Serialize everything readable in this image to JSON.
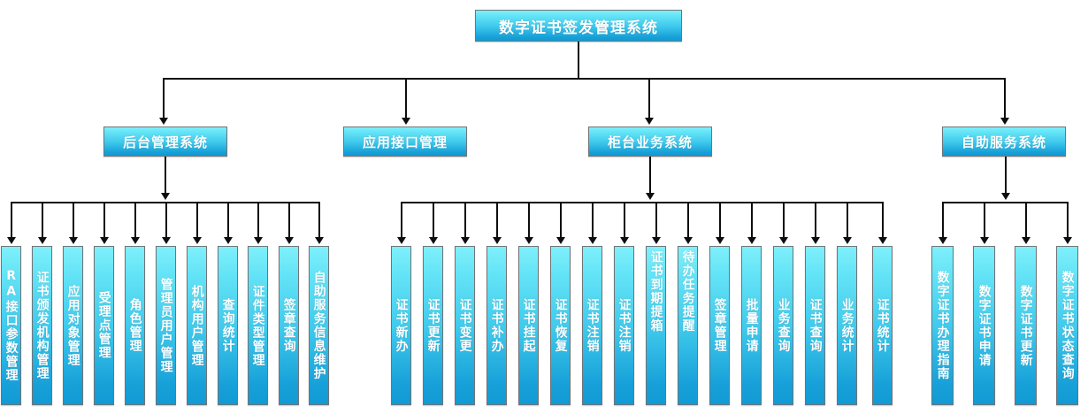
{
  "diagram": {
    "title": "数字证书签发管理系统",
    "type": "organization-tree",
    "accent_top": "#7ff0fb",
    "accent_bottom": "#119ad4",
    "border_color": "#6f7578",
    "line_color": "#0d0d0d",
    "text_color": "#ffffff"
  },
  "root": {
    "label": "数字证书签发管理系统"
  },
  "branches": [
    {
      "label": "后台管理系统",
      "children": [
        "RA接口参数管理",
        "证书颁发机构管理",
        "应用对象管理",
        "受理点管理",
        "角色管理",
        "管理员用户管理",
        "机构用户管理",
        "查询统计",
        "证件类型管理",
        "签章查询",
        "自助服务信息维护"
      ]
    },
    {
      "label": "应用接口管理",
      "children": []
    },
    {
      "label": "柜台业务系统",
      "children": [
        "证书新办",
        "证书更新",
        "证书变更",
        "证书补办",
        "证书挂起",
        "证书恢复",
        "证书注销",
        "证书注销",
        "证书到期提箱",
        "待办任务提醒",
        "签章管理",
        "批量申请",
        "业务查询",
        "证书查询",
        "业务统计",
        "证书统计"
      ]
    },
    {
      "label": "自助服务系统",
      "children": [
        "数字证书办理指南",
        "数字证书申请",
        "数字证书更新",
        "数字证书状态查询"
      ]
    }
  ]
}
